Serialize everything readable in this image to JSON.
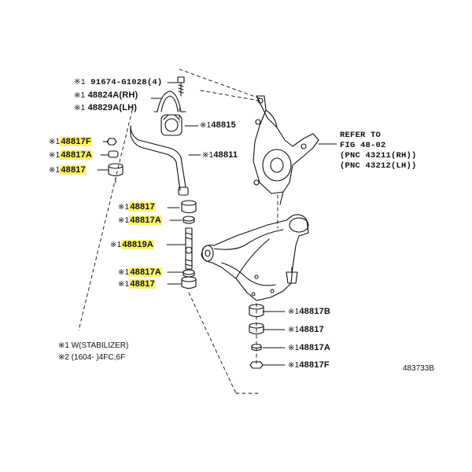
{
  "colors": {
    "highlight": "#fff36b",
    "ink": "#111111"
  },
  "callouts": {
    "c91674": {
      "prefix": "※1",
      "part": "91674-G1028",
      "qty": "(4)"
    },
    "c48824": {
      "prefix": "※1",
      "part": "48824A",
      "side": "(RH)"
    },
    "c48829": {
      "prefix": "※1",
      "part": "48829A",
      "side": "(LH)"
    },
    "c48815": {
      "prefix": "※1",
      "part": "48815"
    },
    "c48811": {
      "prefix": "※1",
      "part": "48811"
    },
    "l48817F": {
      "prefix": "※1",
      "part": "48817F"
    },
    "l48817A": {
      "prefix": "※1",
      "part": "48817A"
    },
    "l48817": {
      "prefix": "※1",
      "part": "48817"
    },
    "m48817_top": {
      "prefix": "※1",
      "part": "48817"
    },
    "m48817A_top": {
      "prefix": "※1",
      "part": "48817A"
    },
    "m48819A": {
      "prefix": "※1",
      "part": "48819A"
    },
    "m48817A_bot": {
      "prefix": "※1",
      "part": "48817A"
    },
    "m48817_bot": {
      "prefix": "※1",
      "part": "48817"
    },
    "r48817B": {
      "prefix": "※1",
      "part": "48817B"
    },
    "r48817": {
      "prefix": "※1",
      "part": "48817"
    },
    "r48817A": {
      "prefix": "※1",
      "part": "48817A"
    },
    "r48817F": {
      "prefix": "※1",
      "part": "48817F"
    }
  },
  "refer": {
    "line1": "REFER TO",
    "line2": "FIG 48-02",
    "line3": "(PNC 43211(RH))",
    "line4": "(PNC 43212(LH))"
  },
  "notes": {
    "note1": "※1 W(STABILIZER)",
    "note2": "※2 (1604-       )4FC,6F"
  },
  "figure_id": "483733B"
}
